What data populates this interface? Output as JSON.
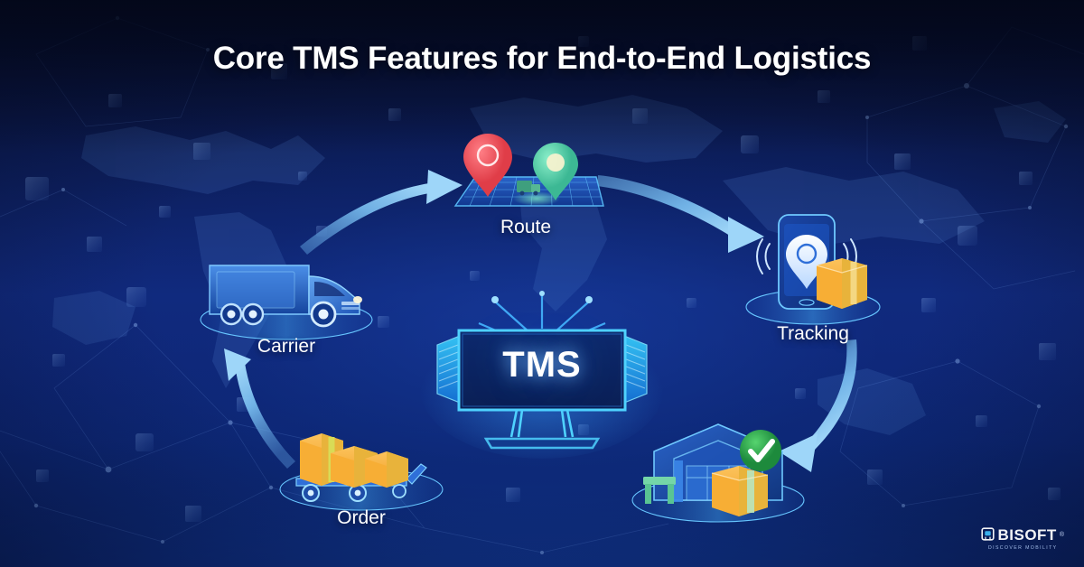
{
  "title": "Core TMS Features for End-to-End Logistics",
  "center": {
    "label": "TMS",
    "name": "tms-monitor"
  },
  "nodes": [
    {
      "id": "route",
      "label": "Route",
      "icon": "map-pins-icon"
    },
    {
      "id": "tracking",
      "label": "Tracking",
      "icon": "smartphone-location-icon"
    },
    {
      "id": "warehouse",
      "label": "",
      "icon": "warehouse-check-icon"
    },
    {
      "id": "order",
      "label": "Order",
      "icon": "cart-boxes-icon"
    },
    {
      "id": "carrier",
      "label": "Carrier",
      "icon": "delivery-truck-icon"
    }
  ],
  "flow": [
    {
      "from": "carrier",
      "to": "route",
      "name": "arrow-carrier-to-route"
    },
    {
      "from": "route",
      "to": "tracking",
      "name": "arrow-route-to-tracking"
    },
    {
      "from": "tracking",
      "to": "warehouse",
      "name": "arrow-tracking-to-warehouse"
    },
    {
      "from": "order",
      "to": "carrier",
      "name": "arrow-order-to-carrier"
    }
  ],
  "logo": {
    "prefix": "M",
    "word": "BISOFT",
    "registered": "®",
    "tagline": "DISCOVER MOBILITY"
  },
  "colors": {
    "background_deep": "#0a1747",
    "background_mid": "#112a7e",
    "arrow": "#7ec8f5",
    "accent_cyan": "#35b6f5",
    "box_orange": "#f4a62a",
    "pin_red": "#ef4a52",
    "pin_green": "#4fd1a5",
    "check_green": "#2fab52",
    "title_text": "#ffffff"
  }
}
